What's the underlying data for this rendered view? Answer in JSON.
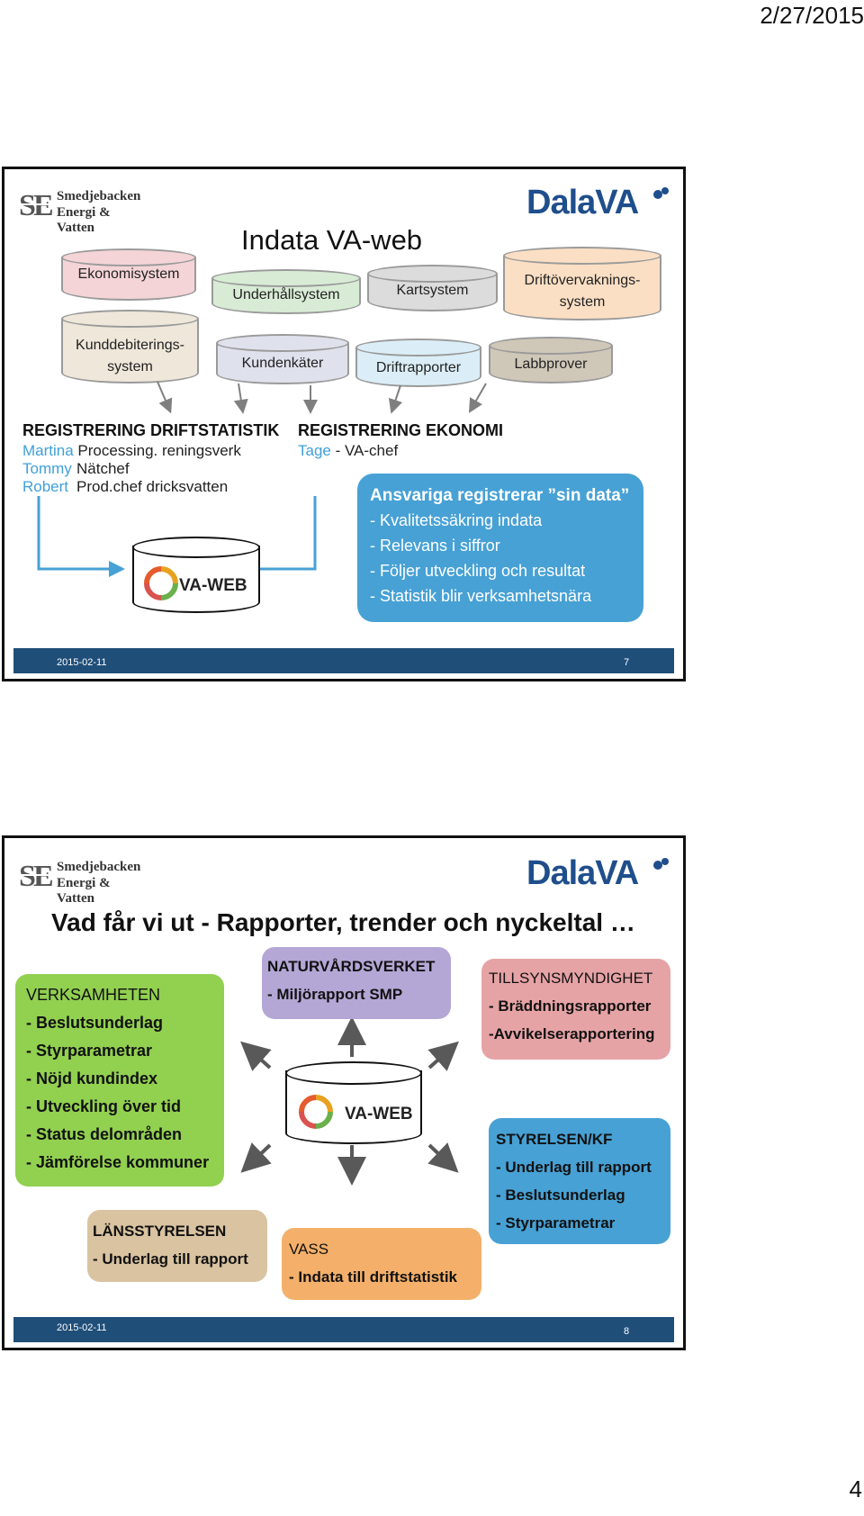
{
  "header": {
    "date": "2/27/2015"
  },
  "page_number": "4",
  "slide1": {
    "logo_left": {
      "line1": "Smedjebacken",
      "line2": "Energi & Vatten"
    },
    "logo_right": "DalaVA",
    "title": "Indata VA-web",
    "systems": {
      "ekonomisystem": "Ekonomisystem",
      "underhallsystem": "Underhållsystem",
      "kartsystem": "Kartsystem",
      "driftovervakning_1": "Driftövervaknings-",
      "driftovervakning_2": "system",
      "kunddebitering_1": "Kunddebiterings-",
      "kunddebitering_2": "system",
      "kundenkater": "Kundenkäter",
      "driftrapporter": "Driftrapporter",
      "labbprover": "Labbprover"
    },
    "reg_drift": {
      "heading": "REGISTRERING DRIFTSTATISTIK",
      "rows": [
        {
          "name": "Martina",
          "role": "Processing. reningsverk"
        },
        {
          "name": "Tommy",
          "role": "Nätchef"
        },
        {
          "name": "Robert",
          "role": "Prod.chef dricksvatten"
        }
      ]
    },
    "reg_ekonomi": {
      "heading": "REGISTRERING EKONOMI",
      "name": "Tage",
      "role": " - VA-chef"
    },
    "vaweb_label": "VA-WEB",
    "ansvar": {
      "heading": "Ansvariga registrerar ”sin data”",
      "items": [
        "-  Kvalitetssäkring indata",
        "-  Relevans i siffror",
        "-  Följer utveckling och resultat",
        "-  Statistik blir verksamhetsnära"
      ]
    },
    "footer": {
      "date": "2015-02-11",
      "number": "7"
    }
  },
  "slide2": {
    "logo_left": {
      "line1": "Smedjebacken",
      "line2": "Energi & Vatten"
    },
    "logo_right": "DalaVA",
    "title": "Vad får vi ut - Rapporter, trender och nyckeltal …",
    "vaweb_label": "VA-WEB",
    "verksamheten": {
      "lines": [
        "VERKSAMHETEN",
        "- Beslutsunderlag",
        "- Styrparametrar",
        "- Nöjd kundindex",
        "- Utveckling över tid",
        "- Status delområden",
        "- Jämförelse kommuner"
      ],
      "color": "#92d050"
    },
    "naturvardsverket": {
      "lines": [
        "NATURVÅRDSVERKET",
        "- Miljörapport SMP"
      ],
      "color": "#b4a7d6"
    },
    "tillsyn": {
      "lines": [
        "TILLSYNSMYNDIGHET",
        "- Bräddningsrapporter",
        "-Avvikelserapportering"
      ],
      "color": "#e6a3a6"
    },
    "styrelsen": {
      "lines": [
        "STYRELSEN/KF",
        "- Underlag till rapport",
        "- Beslutsunderlag",
        "- Styrparametrar"
      ],
      "color": "#47a1d5"
    },
    "lansstyrelsen": {
      "lines": [
        "LÄNSSTYRELSEN",
        "- Underlag till rapport"
      ],
      "color": "#d9c3a0"
    },
    "vass": {
      "lines": [
        "VASS",
        "- Indata till driftstatistik"
      ],
      "color": "#f4b06a"
    },
    "footer": {
      "date": "2015-02-11",
      "number": "8"
    }
  }
}
